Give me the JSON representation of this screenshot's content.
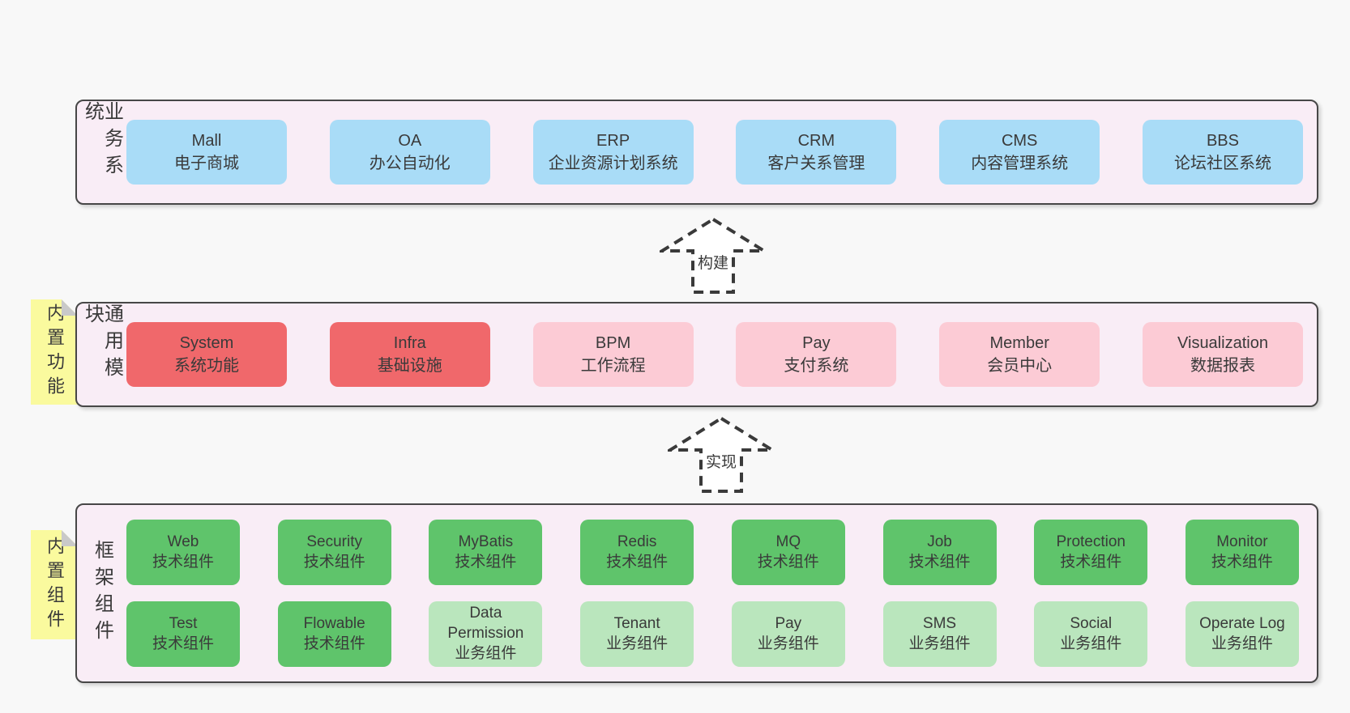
{
  "colors": {
    "page_bg": "#f8f8f8",
    "band_bg": "#f9edf6",
    "band_border": "#474747",
    "business_blue": "#a9dcf7",
    "core_red": "#f0686b",
    "module_pink": "#fccbd5",
    "tech_green": "#5fc46b",
    "biz_lightgreen": "#bae6bd",
    "sticky_yellow": "#fafa9e",
    "text": "#3a3a3a"
  },
  "arrows": [
    {
      "label": "构建"
    },
    {
      "label": "实现"
    }
  ],
  "bands": [
    {
      "label": "业务系统",
      "boxes": [
        {
          "name": "Mall",
          "desc": "电子商城",
          "type": "blue"
        },
        {
          "name": "OA",
          "desc": "办公自动化",
          "type": "blue"
        },
        {
          "name": "ERP",
          "desc": "企业资源计划系统",
          "type": "blue"
        },
        {
          "name": "CRM",
          "desc": "客户关系管理",
          "type": "blue"
        },
        {
          "name": "CMS",
          "desc": "内容管理系统",
          "type": "blue"
        },
        {
          "name": "BBS",
          "desc": "论坛社区系统",
          "type": "blue"
        }
      ]
    },
    {
      "label": "通用模块",
      "sticky": "内置功能",
      "boxes": [
        {
          "name": "System",
          "desc": "系统功能",
          "type": "red"
        },
        {
          "name": "Infra",
          "desc": "基础设施",
          "type": "red"
        },
        {
          "name": "BPM",
          "desc": "工作流程",
          "type": "pink"
        },
        {
          "name": "Pay",
          "desc": "支付系统",
          "type": "pink"
        },
        {
          "name": "Member",
          "desc": "会员中心",
          "type": "pink"
        },
        {
          "name": "Visualization",
          "desc": "数据报表",
          "type": "pink"
        }
      ]
    },
    {
      "label": "框架组件",
      "sticky": "内置组件",
      "rows": [
        [
          {
            "name": "Web",
            "desc": "技术组件",
            "type": "green"
          },
          {
            "name": "Security",
            "desc": "技术组件",
            "type": "green"
          },
          {
            "name": "MyBatis",
            "desc": "技术组件",
            "type": "green"
          },
          {
            "name": "Redis",
            "desc": "技术组件",
            "type": "green"
          },
          {
            "name": "MQ",
            "desc": "技术组件",
            "type": "green"
          },
          {
            "name": "Job",
            "desc": "技术组件",
            "type": "green"
          },
          {
            "name": "Protection",
            "desc": "技术组件",
            "type": "green"
          },
          {
            "name": "Monitor",
            "desc": "技术组件",
            "type": "green"
          }
        ],
        [
          {
            "name": "Test",
            "desc": "技术组件",
            "type": "green"
          },
          {
            "name": "Flowable",
            "desc": "技术组件",
            "type": "green"
          },
          {
            "name": "Data Permission",
            "desc": "业务组件",
            "type": "lightgreen"
          },
          {
            "name": "Tenant",
            "desc": "业务组件",
            "type": "lightgreen"
          },
          {
            "name": "Pay",
            "desc": "业务组件",
            "type": "lightgreen"
          },
          {
            "name": "SMS",
            "desc": "业务组件",
            "type": "lightgreen"
          },
          {
            "name": "Social",
            "desc": "业务组件",
            "type": "lightgreen"
          },
          {
            "name": "Operate Log",
            "desc": "业务组件",
            "type": "lightgreen"
          }
        ]
      ]
    }
  ]
}
